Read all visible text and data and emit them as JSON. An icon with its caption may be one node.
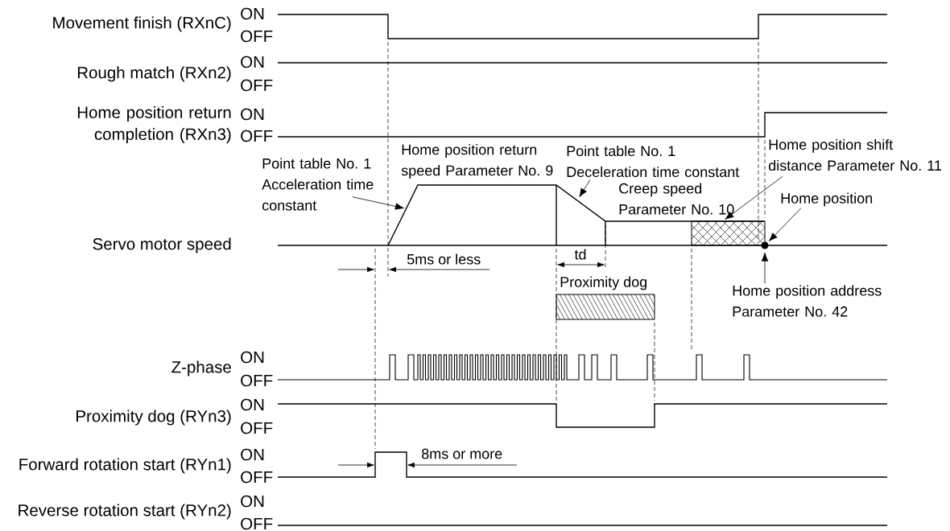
{
  "diagram": {
    "nodes": [
      {
        "text": [
          "Point table No. 1 Acceleration time constant"
        ]
      },
      {
        "text": [
          "Point table No. 1 Deceleration time constant"
        ]
      },
      {
        "text": [
          "Home position shift distance Parameter No. 11"
        ]
      },
      {
        "text": [],
        "shape": "box"
      },
      {
        "text": [
          "Home position"
        ]
      },
      {
        "text": [],
        "shape": "circle"
      },
      {
        "text": [
          "Home position address Parameter No. 42"
        ]
      },
      {
        "text": [
          "Proximity dog"
        ]
      }
    ],
    "edges": [
      {
        "from": 0,
        "to": null,
        "arrow": "to"
      },
      {
        "from": 1,
        "to": null,
        "arrow": "to"
      },
      {
        "from": 2,
        "to": 3,
        "arrow": "to"
      },
      {
        "from": 4,
        "to": 5,
        "arrow": "to"
      },
      {
        "from": 6,
        "to": 5,
        "arrow": "to"
      }
    ],
    "labels": [
      "Movement finish (RXnC)",
      "ON",
      "OFF",
      "Rough match (RXn2)",
      "ON",
      "OFF",
      "Home position return completion (RXn3)",
      "ON",
      "OFF",
      "Home position return speed Parameter No. 9",
      "Creep speed Parameter No. 10",
      "Servo motor speed",
      "5ms or less",
      "td",
      "Z-phase",
      "ON",
      "OFF",
      "Proximity dog (RYn3)",
      "ON",
      "OFF",
      "Forward rotation start (RYn1)",
      "ON",
      "OFF",
      "8ms or more",
      "Reverse rotation start (RYn2)",
      "ON",
      "OFF"
    ]
  }
}
